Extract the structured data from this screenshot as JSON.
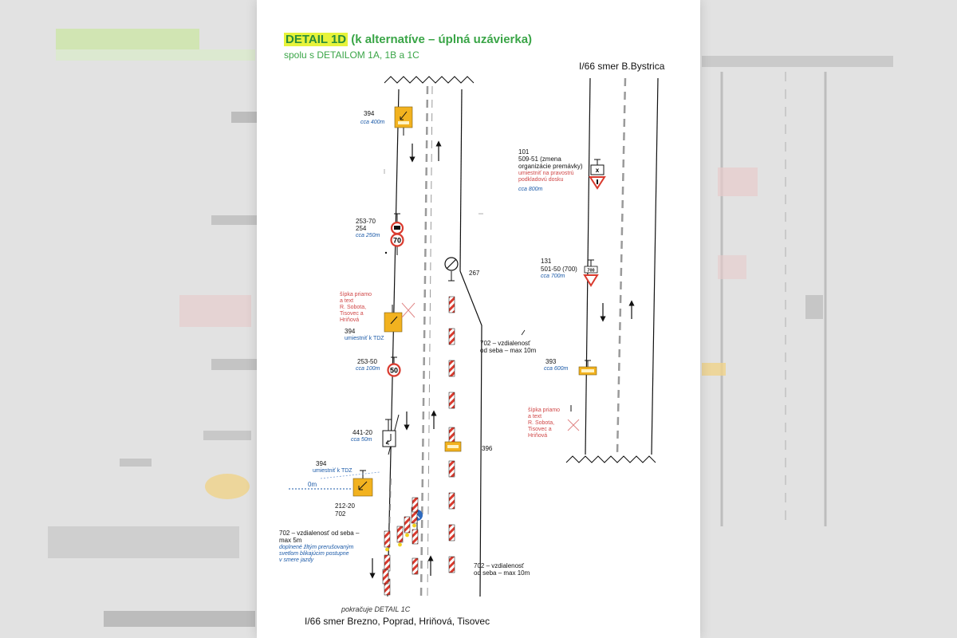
{
  "title": {
    "detail": "DETAIL 1D",
    "rest": " (k alternatíve – úplná uzávierka)",
    "subtitle": "spolu s DETAILOM 1A, 1B a 1C"
  },
  "roads": {
    "top": "I/66 smer B.Bystrica",
    "bottom": "I/66 smer Brezno, Poprad, Hriňová, Tisovec",
    "continues": "pokračuje DETAIL 1C"
  },
  "labels": {
    "s394_top": "394",
    "d400": "cca 400m",
    "s253_70": "253-70",
    "s254": "254",
    "d250": "cca 250m",
    "note_arrow_left": "šípka priamo\na text\nR. Sobota,\nTisovec a\nHriňová",
    "s394_mid": "394",
    "tdz_mid": "umiestniť k TDZ",
    "s253_50": "253-50",
    "d100": "cca 100m",
    "s441_20": "441-20",
    "d50": "cca 50m",
    "s394_low": "394",
    "tdz_low": "umiestniť k TDZ",
    "zero": "0m",
    "s212_20": "212-20",
    "s702_a": "702",
    "s702_5m": "702 – vzdialenosť od seba –\nmax 5m",
    "note_blink": "doplnené žltým prerušovaným\nsvetlom blikajúcim postupne\nv smere jazdy",
    "s267": "267",
    "s702_10m_top": "702 – vzdialenosť\nod seba – max 10m",
    "s396": "396",
    "s702_10m_bottom": "702 – vzdialenosť\nod seba – max 10m",
    "s101": "101",
    "s509_51": "509-51 (zmena\norganizácie premávky)",
    "note_board": "umiestniť na pravostrú\npodkladovú dosku",
    "d800": "cca 800m",
    "s131": "131",
    "s501_50": "501-50 (700)",
    "d700": "cca 700m",
    "s393": "393",
    "d600": "cca 600m",
    "note_arrow_right": "šípka priamo\na text\nR. Sobota,\nTisovec a\nHriňová"
  },
  "signs": {
    "speed_70": "70",
    "speed_50": "50",
    "count_700": "700"
  },
  "colors": {
    "title_green": "#3aa547",
    "highlight": "#e7f33a",
    "note_red": "#d04848",
    "note_blue": "#1b5aa8",
    "sign_yellow": "#f2b21f",
    "sign_red": "#d93a2e",
    "mandatory_blue": "#2f6bbf"
  }
}
